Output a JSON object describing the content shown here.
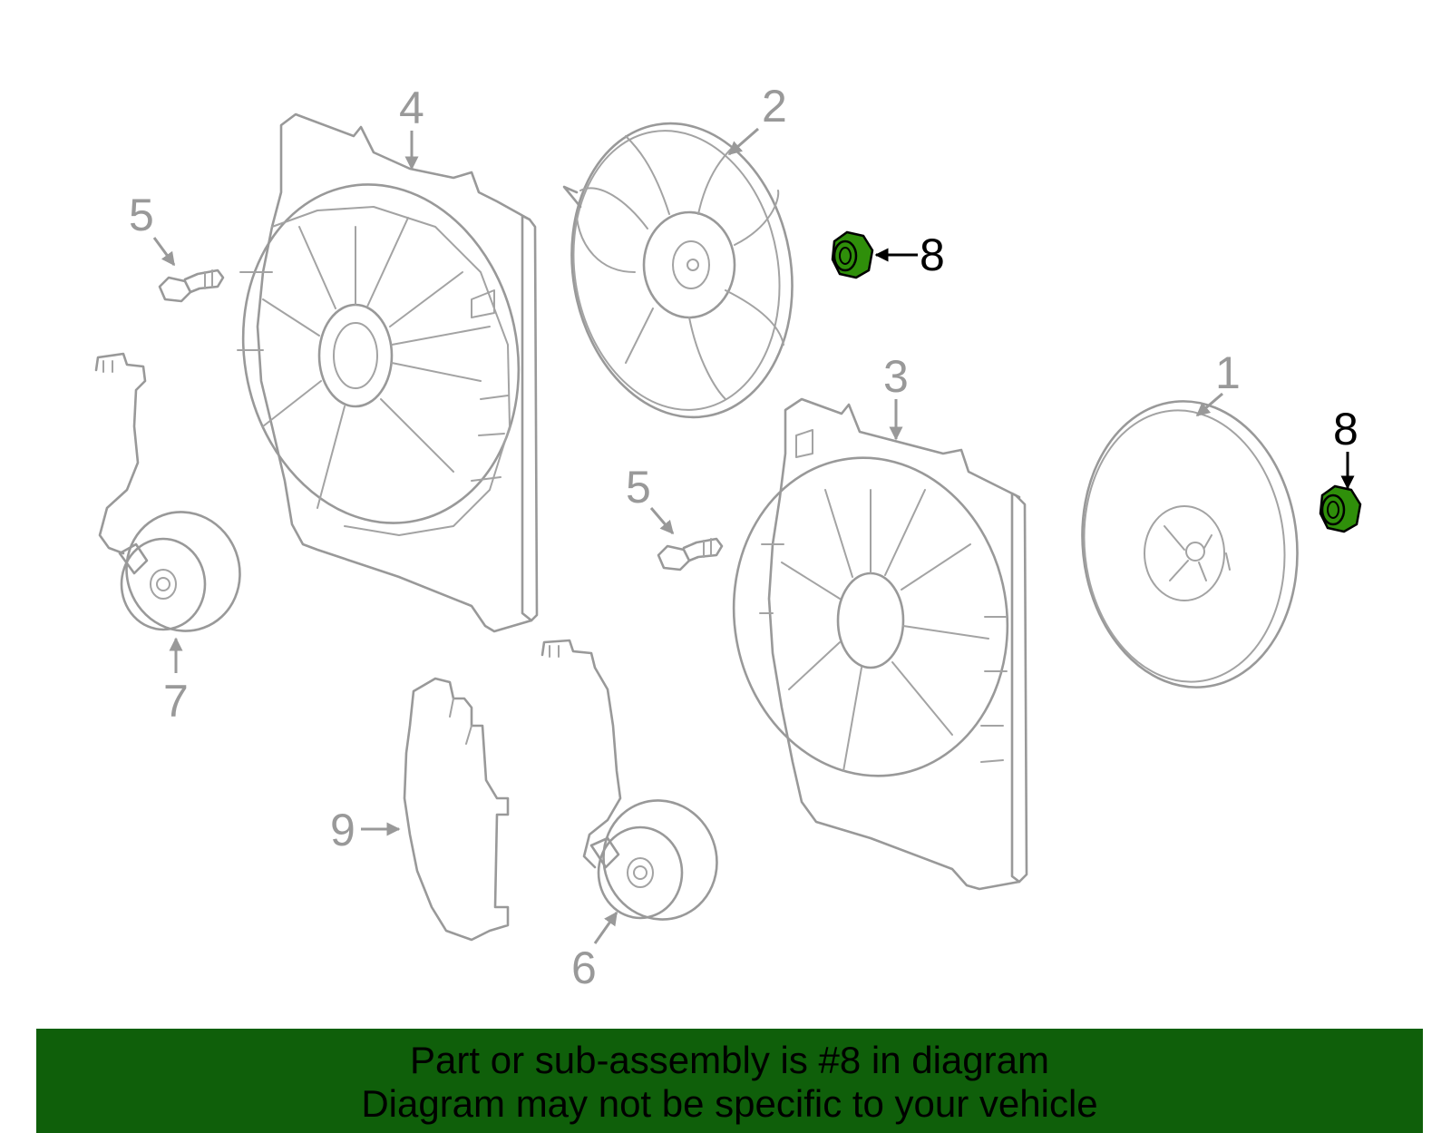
{
  "callouts": {
    "c1": "1",
    "c2": "2",
    "c3": "3",
    "c4": "4",
    "c5a": "5",
    "c5b": "5",
    "c6": "6",
    "c7": "7",
    "c8a": "8",
    "c8b": "8",
    "c9": "9"
  },
  "highlight": {
    "part_number": "8",
    "color": "#2f8f0a"
  },
  "banner": {
    "line1": "Part or sub-assembly is #8 in diagram",
    "line2": "Diagram may not be specific to your vehicle",
    "background": "#0f5f0a"
  }
}
